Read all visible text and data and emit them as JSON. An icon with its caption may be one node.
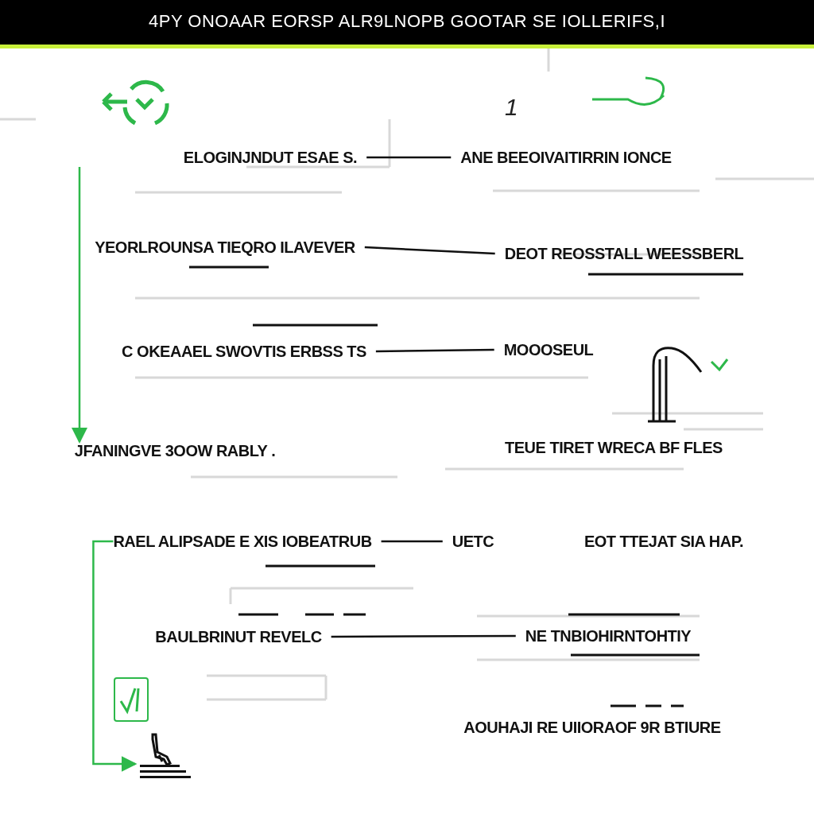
{
  "diagram": {
    "title": "4PY ONOAAR EORSP ALR9LNOPB GOOTAR SE IOLLERIFS,I",
    "nodes": [
      {
        "text": [
          "ELOGINJNDUT ESAE S."
        ]
      },
      {
        "text": [
          "ANE BEEOIVAITIRRIN IONCE"
        ]
      },
      {
        "text": [
          "YEORLROUNSA TIEQRO ILAVEVER"
        ]
      },
      {
        "text": [
          "DEOT REOSSTALL WEESSBERL"
        ]
      },
      {
        "text": [
          "C OKEAAEL SWOVTIS ERBSS TS"
        ]
      },
      {
        "text": [
          "MOOOSEUL"
        ]
      },
      {
        "text": [
          "JFANINGVE 3OOW RABLY ."
        ]
      },
      {
        "text": [
          "TEUE TIRET WRECA BF FLES"
        ]
      },
      {
        "text": [
          "RAEL ALIPSADE E XIS IOBEATRUB"
        ]
      },
      {
        "text": [
          "UETC"
        ]
      },
      {
        "text": [
          "EOT TTEJAT SIA HAP."
        ]
      },
      {
        "text": [
          "BAULBRINUT REVELC"
        ]
      },
      {
        "text": [
          "NE TNBIOHIRNTOHTIY"
        ]
      },
      {
        "text": [
          "AOUHAJI RE UIIORAOF 9R BTIURE"
        ]
      },
      {
        "text": [],
        "shape": "picture"
      }
    ],
    "edges": [
      {
        "from": null,
        "to": 6,
        "arrow": "to",
        "color": "#2db84a"
      },
      {
        "from": 8,
        "to": 14,
        "arrow": "to",
        "color": "#2db84a"
      },
      {
        "from": 0,
        "to": 1,
        "arrow": "none"
      },
      {
        "from": 2,
        "to": 3,
        "arrow": "none"
      },
      {
        "from": 4,
        "to": 5,
        "arrow": "none"
      },
      {
        "from": 8,
        "to": 9,
        "arrow": "none"
      },
      {
        "from": 11,
        "to": 12,
        "arrow": "none"
      }
    ],
    "labels": [
      "1"
    ]
  }
}
